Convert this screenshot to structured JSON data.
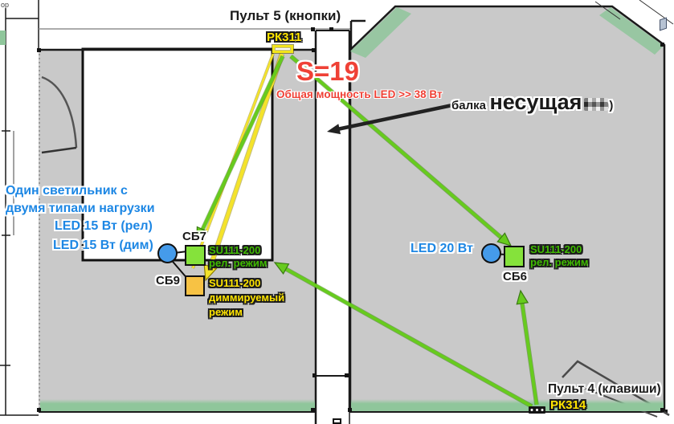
{
  "colors": {
    "wall_fill": "#c9c9c9",
    "highlight_green": "#8fc69b",
    "arrow_green": "#67cb1e",
    "arrow_yellow": "#f4e32a",
    "text_red": "#ef4136",
    "text_blue": "#1d87e4",
    "text_green": "#3fbb00",
    "text_yellow": "#ffe400",
    "module_green": "#85e23b",
    "module_orange": "#f7c244",
    "luminaire_blue": "#459bea"
  },
  "top": {
    "corridor_partial": "ор",
    "pult5": "Пульт 5 (кнопки)",
    "rk311": "РК311",
    "area": "S=19",
    "total_power": "Общая мощность LED >> 38 Вт"
  },
  "beam": {
    "prefix": "балка",
    "word": "несущая",
    "suffix": ")"
  },
  "left_note": {
    "line1": "Один светильник с",
    "line2": "двумя типами нагрузки",
    "load1": "LED 15 Вт (рел)",
    "load2": "LED 15 Вт (дим)"
  },
  "modules": {
    "sb7": {
      "label": "СБ7",
      "model": "SU111-200",
      "mode": "рел. режим"
    },
    "sb9": {
      "label": "СБ9",
      "model": "SU111-200",
      "mode_line1": "диммируемый",
      "mode_line2": "режим"
    },
    "sb6": {
      "label": "СБ6",
      "model": "SU111-200",
      "mode": "рел. режим",
      "load": "LED 20 Вт"
    }
  },
  "bottom": {
    "pult4": "Пульт 4 (клавиши)",
    "rk314": "РК314"
  }
}
